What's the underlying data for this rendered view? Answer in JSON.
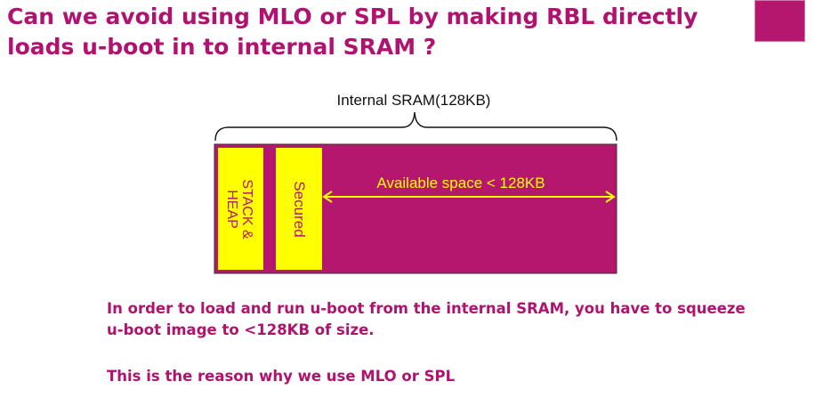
{
  "slide": {
    "title_line1": "Can we avoid using MLO or SPL by making RBL directly",
    "title_line2": "loads u-boot in to internal SRAM ?"
  },
  "diagram": {
    "sram_label": "Internal SRAM(128KB)",
    "stack_heap_label": "STACK & HEAP",
    "stack_label_line1": "STACK &",
    "stack_label_line2": "HEAP",
    "secured_label": "Secured",
    "available_label": "Available space < 128KB",
    "colors": {
      "sram_fill": "#b5176f",
      "region_fill": "#ffff00",
      "arrow": "#ffff00",
      "title": "#b0136f"
    }
  },
  "body": {
    "paragraph1_line1": "In order to load and run u-boot from the internal SRAM, you have to squeeze",
    "paragraph1_line2": "u-boot image to  <128KB of size.",
    "paragraph2": "This is the reason why we use MLO or SPL"
  }
}
